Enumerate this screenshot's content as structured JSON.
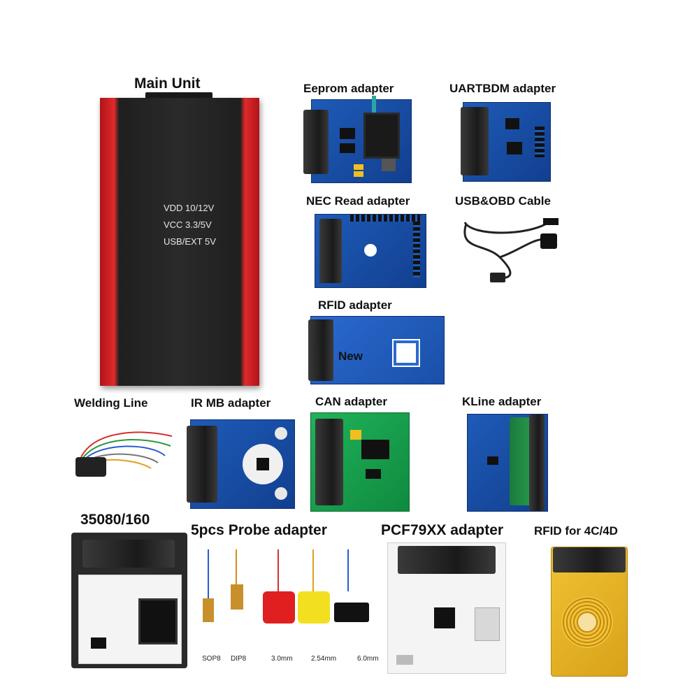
{
  "labels": {
    "main_unit": "Main Unit",
    "eeprom": "Eeprom adapter",
    "uartbdm": "UARTBDM adapter",
    "nec": "NEC Read adapter",
    "usb_obd": "USB&OBD Cable",
    "rfid": "RFID adapter",
    "welding": "Welding Line",
    "ir_mb": "IR MB adapter",
    "can": "CAN adapter",
    "kline": "KLine adapter",
    "s35080": "35080/160",
    "probe": "5pcs Probe adapter",
    "pcf": "PCF79XX adapter",
    "rfid4c": "RFID for 4C/4D"
  },
  "unit_text": [
    "VDD 10/12V",
    "VCC 3.3/5V",
    "USB/EXT 5V"
  ],
  "rfid_overlay": "New",
  "probe_sizes": [
    "SOP8",
    "DIP8",
    "3.0mm",
    "2.54mm",
    "6.0mm"
  ],
  "colors": {
    "unit_red": "#e02a2a",
    "pcb_blue": "#1e5bb8",
    "pcb_green": "#20b35a",
    "pcb_gold": "#f2c233"
  }
}
